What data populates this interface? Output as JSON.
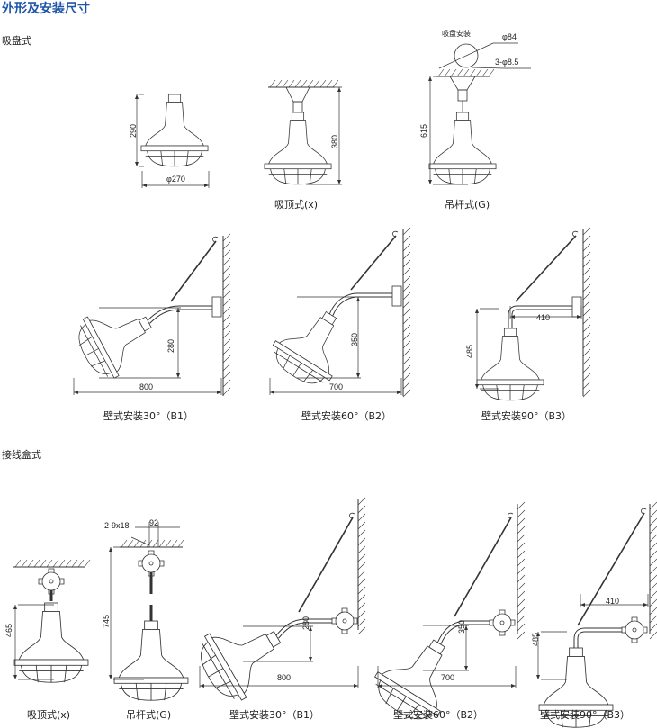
{
  "title": "外形及安装尺寸",
  "sections": [
    {
      "label": "吸盘式",
      "dimensions": {
        "d1_height": "290",
        "d1_dia": "φ270",
        "x_height": "380",
        "g_height": "615",
        "suction_label": "吸盘安装",
        "suction_dia": "φ84",
        "suction_holes": "3-φ8.5",
        "b1_height": "280",
        "b1_width": "800",
        "b2_height": "350",
        "b2_width": "700",
        "b3_width": "410",
        "b3_height": "485"
      },
      "captions": [
        "吸顶式(x)",
        "吊杆式(G)",
        "壁式安装30°（B1）",
        "壁式安装60°（B2）",
        "壁式安装90°（B3）"
      ]
    },
    {
      "label": "接线盒式",
      "dimensions": {
        "x_height": "465",
        "g_slot": "2-9x18",
        "g_spacing": "92",
        "g_height": "745",
        "b1_height": "280",
        "b1_width": "800",
        "b2_height": "350",
        "b2_width": "700",
        "b3_width": "410",
        "b3_height": "485"
      },
      "captions": [
        "吸顶式(x)",
        "吊杆式(G)",
        "壁式安装30°（B1）",
        "壁式安装60°（B2）",
        "壁式安装90°（B3）"
      ]
    }
  ]
}
